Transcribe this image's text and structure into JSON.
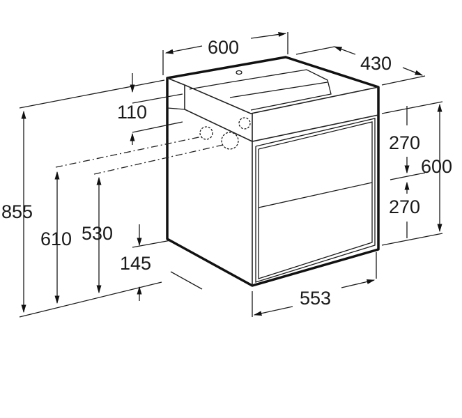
{
  "drawing": {
    "title": "Vanity unit with basin – dimensions (mm)",
    "dimensions": {
      "width_top": "600",
      "depth": "430",
      "basin_height": "110",
      "total_height": "855",
      "waste_height_1": "610",
      "waste_height_2": "530",
      "floor_clearance": "145",
      "drawer_1": "270",
      "drawer_2": "270",
      "unit_height": "600",
      "unit_width": "553"
    },
    "colors": {
      "line": "#111111",
      "background": "#ffffff"
    }
  }
}
